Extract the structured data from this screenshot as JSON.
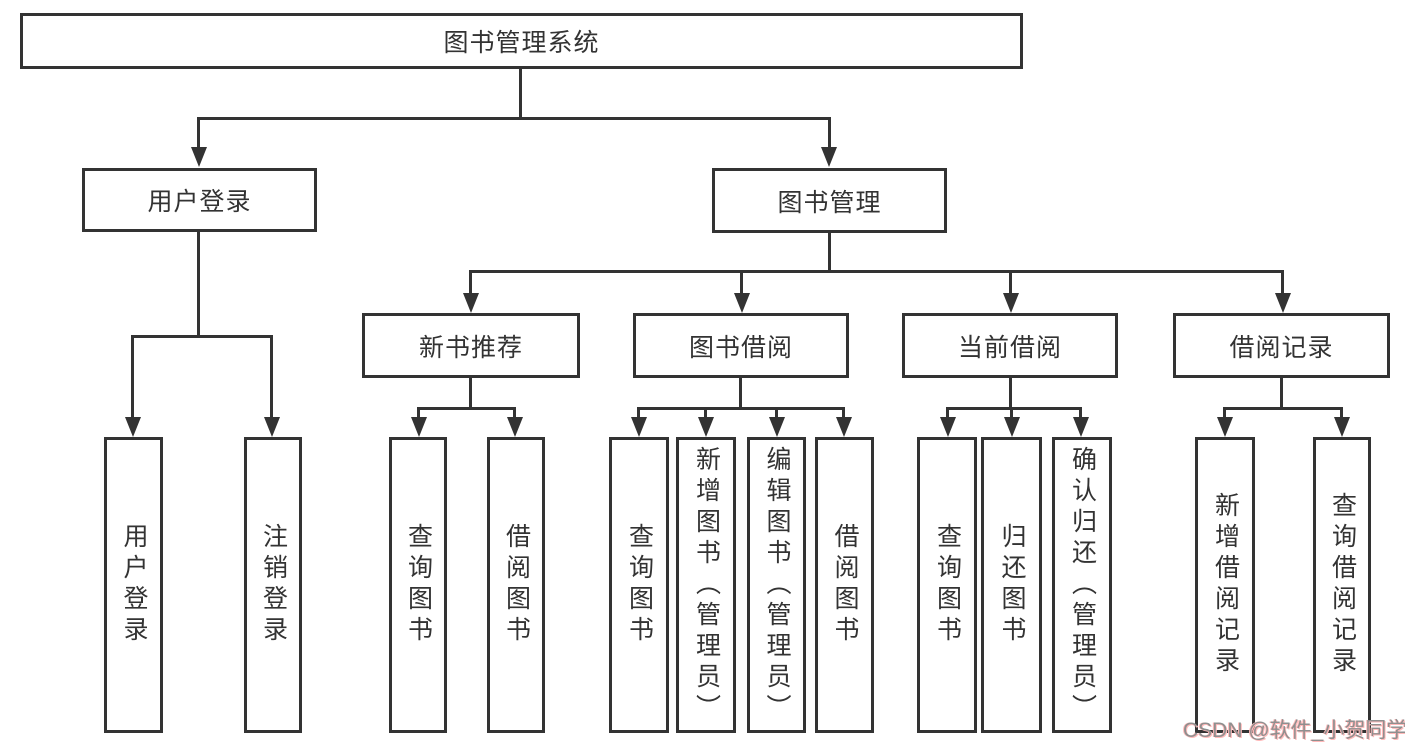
{
  "diagram": {
    "root": {
      "label": "图书管理系统"
    },
    "level2": [
      {
        "id": "user-login",
        "label": "用户登录"
      },
      {
        "id": "book-management",
        "label": "图书管理"
      }
    ],
    "level3": [
      {
        "id": "new-book-recommendation",
        "label": "新书推荐",
        "parent": "图书管理"
      },
      {
        "id": "book-borrowing",
        "label": "图书借阅",
        "parent": "图书管理"
      },
      {
        "id": "current-borrowing",
        "label": "当前借阅",
        "parent": "图书管理"
      },
      {
        "id": "borrowing-records",
        "label": "借阅记录",
        "parent": "图书管理"
      }
    ],
    "leaves": [
      {
        "label": "用户登录",
        "parent": "用户登录"
      },
      {
        "label": "注销登录",
        "parent": "用户登录"
      },
      {
        "label": "查询图书",
        "parent": "新书推荐"
      },
      {
        "label": "借阅图书",
        "parent": "新书推荐"
      },
      {
        "label": "查询图书",
        "parent": "图书借阅"
      },
      {
        "label": "新增图书（管理员）",
        "parent": "图书借阅"
      },
      {
        "label": "编辑图书（管理员）",
        "parent": "图书借阅"
      },
      {
        "label": "借阅图书",
        "parent": "图书借阅"
      },
      {
        "label": "查询图书",
        "parent": "当前借阅"
      },
      {
        "label": "归还图书",
        "parent": "当前借阅"
      },
      {
        "label": "确认归还（管理员）",
        "parent": "当前借阅"
      },
      {
        "label": "新增借阅记录",
        "parent": "借阅记录"
      },
      {
        "label": "查询借阅记录",
        "parent": "借阅记录"
      }
    ]
  },
  "watermark": {
    "text": "CSDN @软件_小贺同学"
  },
  "colors": {
    "line": "#333333",
    "border": "#333333",
    "text": "#333333",
    "background": "#ffffff",
    "watermark_text": "#8f8f8f",
    "watermark_shadow": "#ffb9b9"
  }
}
